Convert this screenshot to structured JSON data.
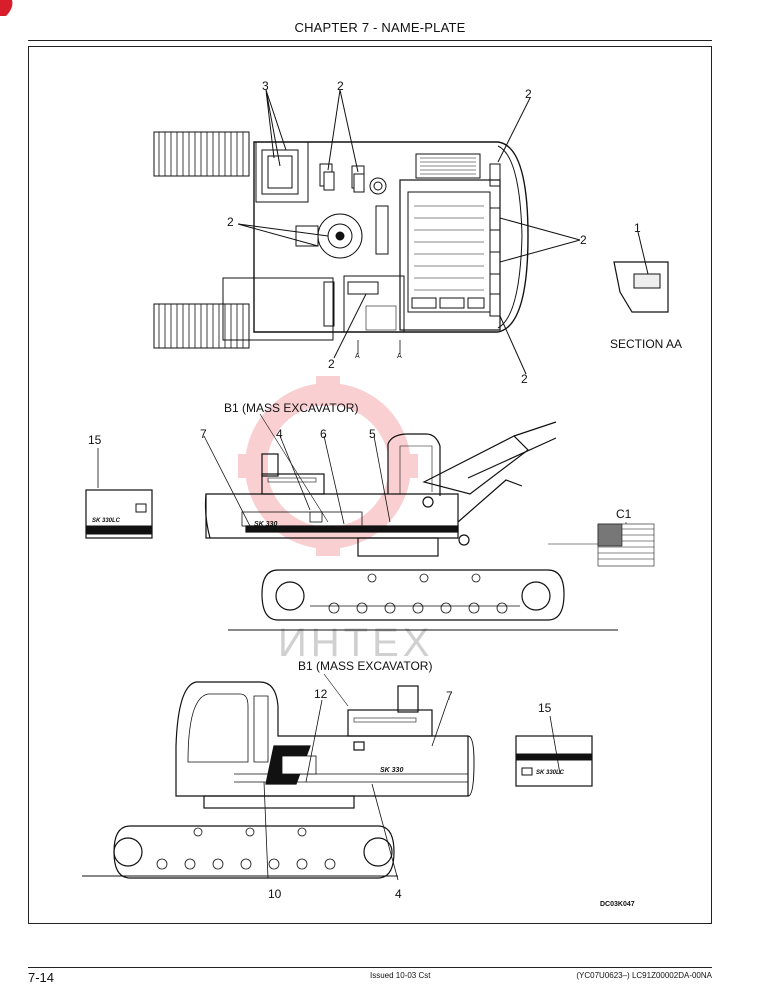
{
  "header": {
    "title": "CHAPTER 7 - NAME-PLATE"
  },
  "figure": {
    "top_view": {
      "callouts": [
        "3",
        "2",
        "2",
        "2",
        "2",
        "2",
        "2"
      ],
      "section_marks": [
        "A",
        "A"
      ]
    },
    "section": {
      "callout": "1",
      "label": "SECTION AA"
    },
    "side_view_right": {
      "title": "B1 (MASS EXCAVATOR)",
      "callouts": [
        "7",
        "4",
        "6",
        "5"
      ],
      "model_text": "SK 330"
    },
    "side_view_left": {
      "title": "B1 (MASS EXCAVATOR)",
      "callouts": [
        "12",
        "7",
        "10",
        "4"
      ],
      "model_text": "SK 330"
    },
    "decal_15_top": {
      "callout": "15",
      "text": "SK 330LC"
    },
    "decal_15_bottom": {
      "callout": "15",
      "text": "SK 330LC"
    },
    "flag": {
      "callout": "C1"
    },
    "image_code": "DC03K047",
    "watermark": "ИНТЕХ"
  },
  "footer": {
    "page_number": "7-14",
    "issue": "Issued 10-03   Cst",
    "doc_code": "(YC07U0623–)   LC91Z00002DA-00NA"
  },
  "colors": {
    "ink": "#111111",
    "watermark": "#e8434d"
  }
}
